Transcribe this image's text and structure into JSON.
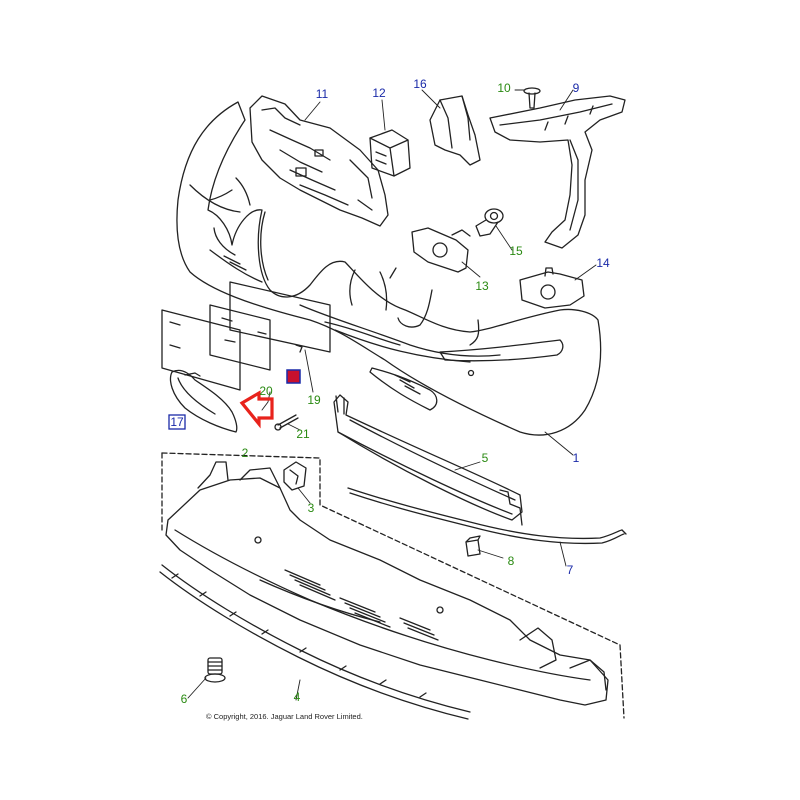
{
  "callouts": [
    {
      "id": "c1",
      "text": "1",
      "color": "blue"
    },
    {
      "id": "c2",
      "text": "2",
      "color": "green"
    },
    {
      "id": "c3",
      "text": "3",
      "color": "green"
    },
    {
      "id": "c4",
      "text": "4",
      "color": "green"
    },
    {
      "id": "c5",
      "text": "5",
      "color": "green"
    },
    {
      "id": "c6",
      "text": "6",
      "color": "green"
    },
    {
      "id": "c7",
      "text": "7",
      "color": "blue"
    },
    {
      "id": "c8",
      "text": "8",
      "color": "green"
    },
    {
      "id": "c9",
      "text": "9",
      "color": "blue"
    },
    {
      "id": "c10",
      "text": "10",
      "color": "green"
    },
    {
      "id": "c11",
      "text": "11",
      "color": "blue"
    },
    {
      "id": "c12",
      "text": "12",
      "color": "blue"
    },
    {
      "id": "c13",
      "text": "13",
      "color": "green"
    },
    {
      "id": "c14",
      "text": "14",
      "color": "blue"
    },
    {
      "id": "c15",
      "text": "15",
      "color": "green"
    },
    {
      "id": "c16",
      "text": "16",
      "color": "blue"
    },
    {
      "id": "c17",
      "text": "17",
      "color": "blue"
    },
    {
      "id": "c19",
      "text": "19",
      "color": "green"
    },
    {
      "id": "c20",
      "text": "20",
      "color": "green"
    },
    {
      "id": "c21",
      "text": "21",
      "color": "green"
    }
  ],
  "colors": {
    "callout_blue": "#1a2aa8",
    "callout_green": "#2a8a12",
    "arrow_red": "#e8231c",
    "highlight_box": "#c8102e"
  },
  "copyright": "© Copyright, 2016. Jaguar Land Rover Limited."
}
